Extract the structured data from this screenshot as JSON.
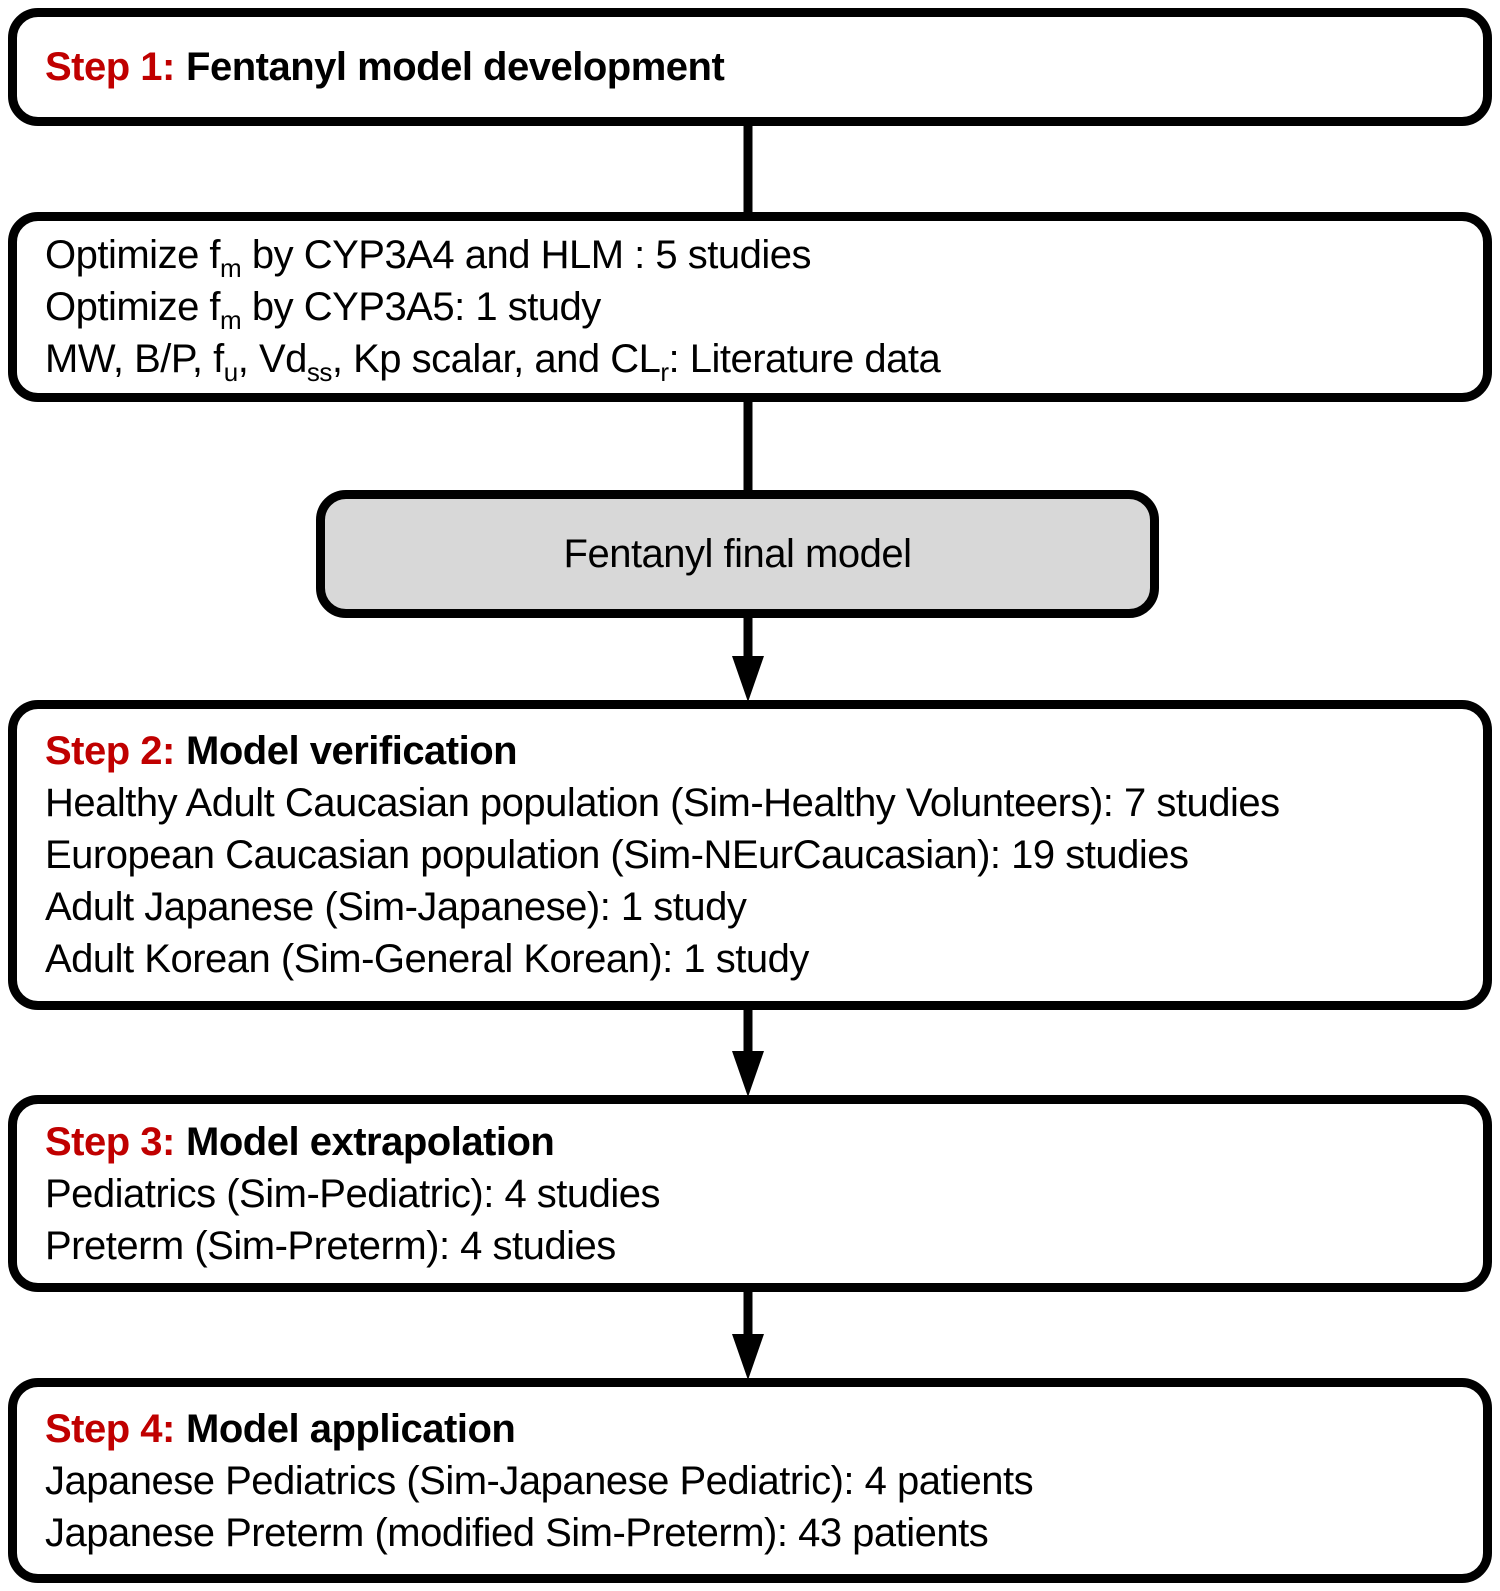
{
  "colors": {
    "step_red": "#C00000",
    "border": "#000000",
    "gray_fill": "#D8D8D8",
    "background": "#FFFFFF"
  },
  "step1": {
    "label": "Step 1:",
    "title": "Fentanyl model development"
  },
  "inputs": {
    "lines": [
      [
        {
          "t": "Optimize f"
        },
        {
          "t": "m",
          "sub": true
        },
        {
          "t": " by CYP3A4 and HLM : 5 studies"
        }
      ],
      [
        {
          "t": "Optimize f"
        },
        {
          "t": "m",
          "sub": true
        },
        {
          "t": " by CYP3A5: 1 study"
        }
      ],
      [
        {
          "t": "MW, B/P, f"
        },
        {
          "t": "u",
          "sub": true
        },
        {
          "t": ", Vd"
        },
        {
          "t": "ss",
          "sub": true
        },
        {
          "t": ", Kp scalar, and CL"
        },
        {
          "t": "r",
          "sub": true
        },
        {
          "t": ": Literature data"
        }
      ]
    ]
  },
  "final_model": {
    "text": "Fentanyl final model"
  },
  "step2": {
    "label": "Step 2:",
    "title": "Model verification",
    "lines": [
      "Healthy Adult Caucasian population (Sim-Healthy Volunteers): 7 studies",
      "European Caucasian population (Sim-NEurCaucasian): 19 studies",
      "Adult Japanese (Sim-Japanese): 1 study",
      "Adult Korean (Sim-General Korean): 1 study"
    ]
  },
  "step3": {
    "label": "Step 3:",
    "title": "Model extrapolation",
    "lines": [
      "Pediatrics (Sim-Pediatric): 4 studies",
      "Preterm (Sim-Preterm): 4 studies"
    ]
  },
  "step4": {
    "label": "Step 4:",
    "title": "Model application",
    "lines": [
      "Japanese Pediatrics (Sim-Japanese Pediatric): 4 patients",
      "Japanese Preterm (modified Sim-Preterm): 43 patients"
    ]
  }
}
